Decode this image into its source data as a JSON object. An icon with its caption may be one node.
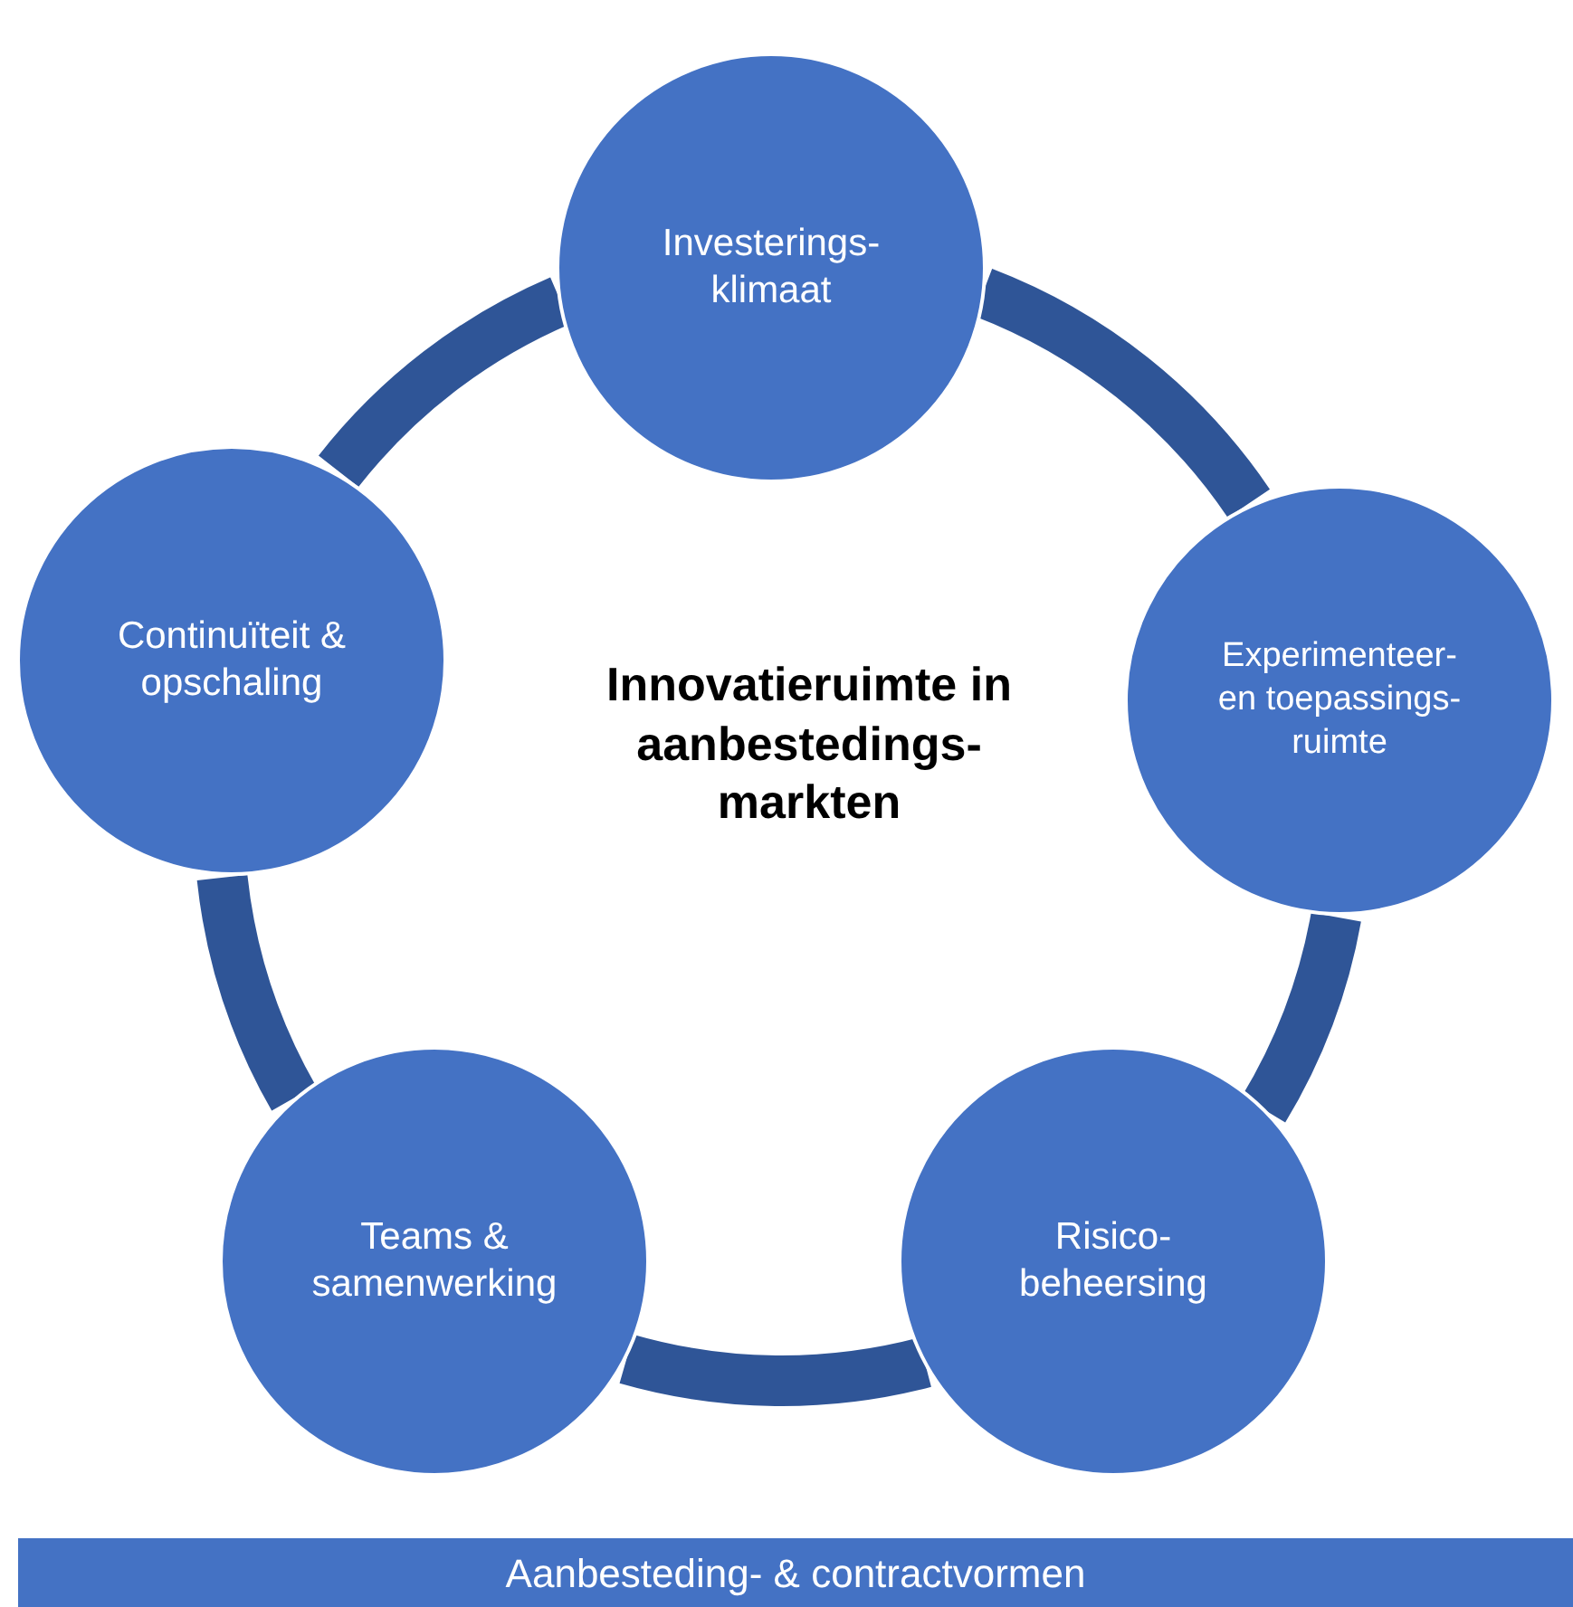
{
  "diagram": {
    "nodes": [
      {
        "text": [
          "Investerings- klimaat"
        ]
      },
      {
        "text": [
          "Continuïteit & opschaling"
        ]
      },
      {
        "text": [
          "Experimenteer- en toepassings- ruimte"
        ]
      },
      {
        "text": [
          "Teams & samenwerking"
        ]
      },
      {
        "text": [
          "Risico- beheersing"
        ]
      },
      {
        "text": [
          "Aanbesteding- & contractvormen"
        ]
      }
    ],
    "edges": [
      {
        "from": 0,
        "to": 2,
        "arrow": "none"
      },
      {
        "from": 2,
        "to": 4,
        "arrow": "none"
      },
      {
        "from": 4,
        "to": 3,
        "arrow": "none"
      },
      {
        "from": 3,
        "to": 1,
        "arrow": "none"
      },
      {
        "from": 1,
        "to": 0,
        "arrow": "none"
      }
    ],
    "labels": [
      "Innovatieruimte in aanbestedings- markten"
    ]
  }
}
